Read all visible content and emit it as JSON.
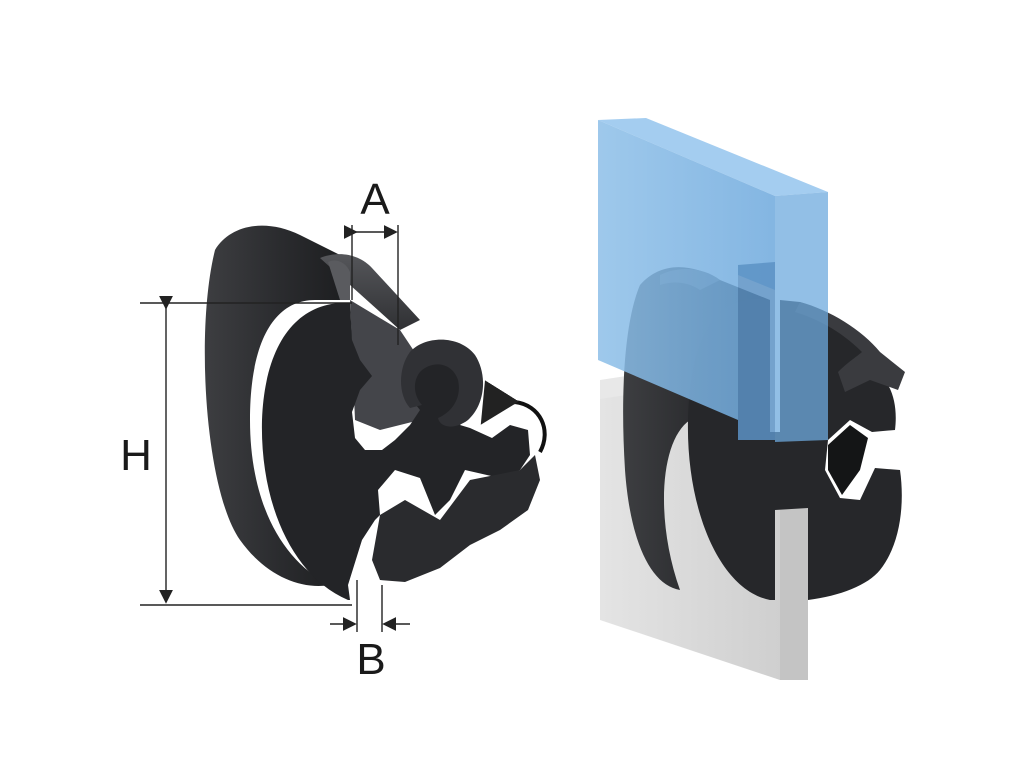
{
  "diagram": {
    "dimension_labels": {
      "width_top": "A",
      "height": "H",
      "width_bottom": "B"
    },
    "colors": {
      "profile_rubber": "#2f3033",
      "profile_rubber_shade": "#1e1f21",
      "profile_rubber_light": "#4a4b4e",
      "glass_panel": "#7fb4e0",
      "glass_panel_edge": "#5f9ed6",
      "frame_panel": "#d6d6d6",
      "frame_panel_edge": "#bdbdbd",
      "dimension_line": "#222222"
    }
  }
}
